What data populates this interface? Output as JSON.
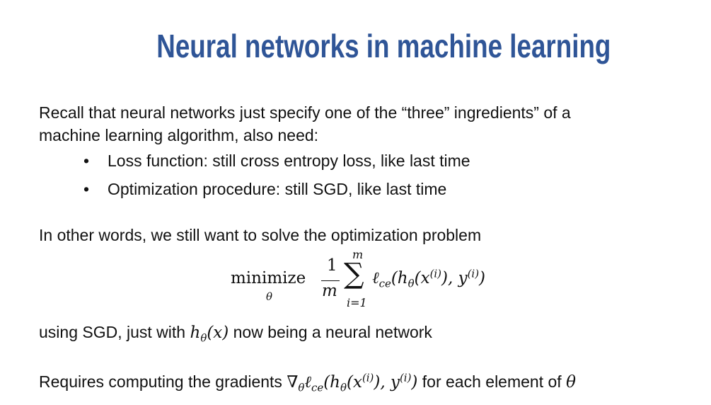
{
  "title": "Neural networks in machine learning",
  "intro_line1": "Recall that neural networks just specify one of the “three” ingredients” of a",
  "intro_line2": "machine learning algorithm, also need:",
  "bullets": [
    "Loss function: still cross entropy loss, like last time",
    "Optimization procedure: still SGD, like last time"
  ],
  "other_words": "In other words, we still want to solve the optimization problem",
  "equation": {
    "operator": "minimize",
    "operator_sub": "θ",
    "frac_num": "1",
    "frac_den": "m",
    "sum_upper": "m",
    "sum_lower": "i=1",
    "sum_symbol": "∑",
    "body": "ℓ_ce(h_θ(x^(i)), y^(i))"
  },
  "using_sgd_prefix": "using SGD, just with",
  "using_sgd_math": "h_θ(x)",
  "using_sgd_suffix": "now being a neural network",
  "requires_prefix": "Requires computing the gradients",
  "requires_math": "∇_θ ℓ_ce(h_θ(x^(i)), y^(i))",
  "requires_suffix": "for each element of",
  "requires_theta": "θ"
}
